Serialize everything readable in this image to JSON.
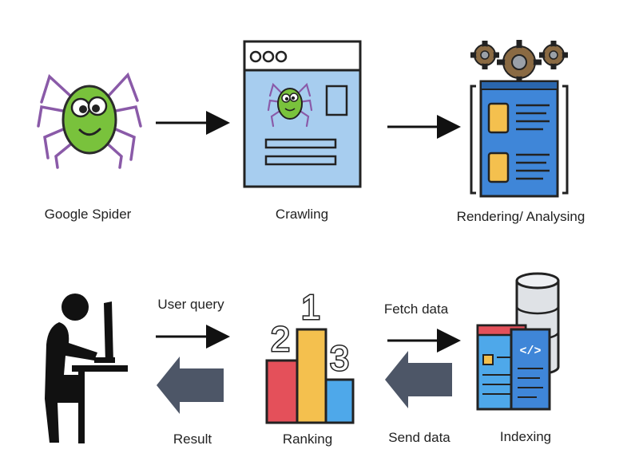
{
  "nodes": {
    "spider": {
      "label": "Google Spider"
    },
    "crawling": {
      "label": "Crawling"
    },
    "rendering": {
      "label": "Rendering/ Analysing"
    },
    "user": {
      "label": ""
    },
    "ranking": {
      "label": "Ranking",
      "podium": [
        "2",
        "1",
        "3"
      ]
    },
    "indexing": {
      "label": "Indexing",
      "code_glyph": "</>"
    }
  },
  "edges": {
    "user_query": {
      "label": "User query"
    },
    "result": {
      "label": "Result"
    },
    "fetch_data": {
      "label": "Fetch data"
    },
    "send_data": {
      "label": "Send data"
    }
  },
  "colors": {
    "spider_green": "#79c23c",
    "spider_legs": "#8a5aa8",
    "browser_blue": "#a7cdef",
    "panel_blue": "#3f86d8",
    "gear_brown": "#8a6a43",
    "podium_red": "#e4505a",
    "podium_yellow": "#f4c04e",
    "podium_blue": "#4ea8ea",
    "arrow_grey": "#4d5667"
  }
}
